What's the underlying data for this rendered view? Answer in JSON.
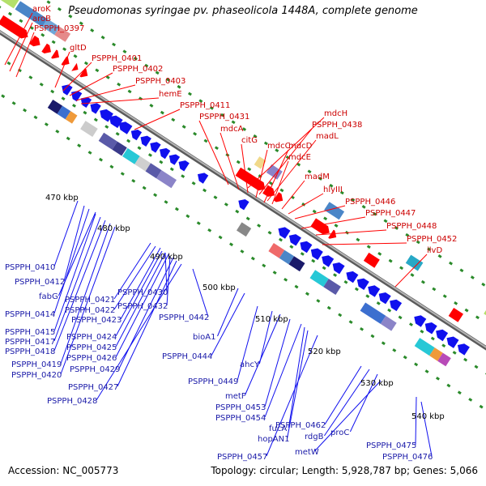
{
  "title": "Pseudomonas syringae pv. phaseolicola 1448A, complete genome",
  "footer": {
    "accession": "Accession: NC_005773",
    "topology": "Topology: circular; Length: 5,928,787 bp; Genes: 5,066"
  },
  "colors": {
    "forward_genes": "#ff0000",
    "reverse_genes": "#1010ee",
    "forward_labels": "#cc0000",
    "reverse_labels": "#1a1aa8",
    "backbone": "#888888",
    "ticks": "#2a8a2a"
  },
  "scale_labels": [
    "470 kbp",
    "480 kbp",
    "490 kbp",
    "500 kbp",
    "510 kbp",
    "520 kbp",
    "530 kbp",
    "540 kbp"
  ],
  "forward_labels": [
    "aroK",
    "aroB",
    "PSPPH_0397",
    "gltD",
    "PSPPH_0401",
    "PSPPH_0402",
    "PSPPH_0403",
    "hemE",
    "PSPPH_0411",
    "PSPPH_0431",
    "mdcA",
    "citG",
    "mdcC",
    "mdcD",
    "mdcE",
    "mdcH",
    "PSPPH_0438",
    "madL",
    "madM",
    "hlyIII",
    "PSPPH_0446",
    "PSPPH_0447",
    "PSPPH_0448",
    "PSPPH_0452",
    "ilvD"
  ],
  "reverse_labels": [
    "PSPPH_0410",
    "PSPPH_0412",
    "fabG",
    "PSPPH_0414",
    "PSPPH_0421",
    "PSPPH_0422",
    "PSPPH_0430",
    "PSPPH_0423",
    "PSPPH_0432",
    "PSPPH_0415",
    "PSPPH_0417",
    "PSPPH_0424",
    "PSPPH_0418",
    "PSPPH_0425",
    "PSPPH_0426",
    "PSPPH_0419",
    "PSPPH_0429",
    "PSPPH_0420",
    "PSPPH_0427",
    "PSPPH_0428",
    "PSPPH_0442",
    "bioA1",
    "PSPPH_0444",
    "PSPPH_0449",
    "ahcY",
    "metF",
    "PSPPH_0453",
    "PSPPH_0454",
    "fucA",
    "hopAN1",
    "PSPPH_0457",
    "PSPPH_0462",
    "rdgB",
    "proC",
    "metW",
    "PSPPH_0475",
    "PSPPH_0476"
  ]
}
